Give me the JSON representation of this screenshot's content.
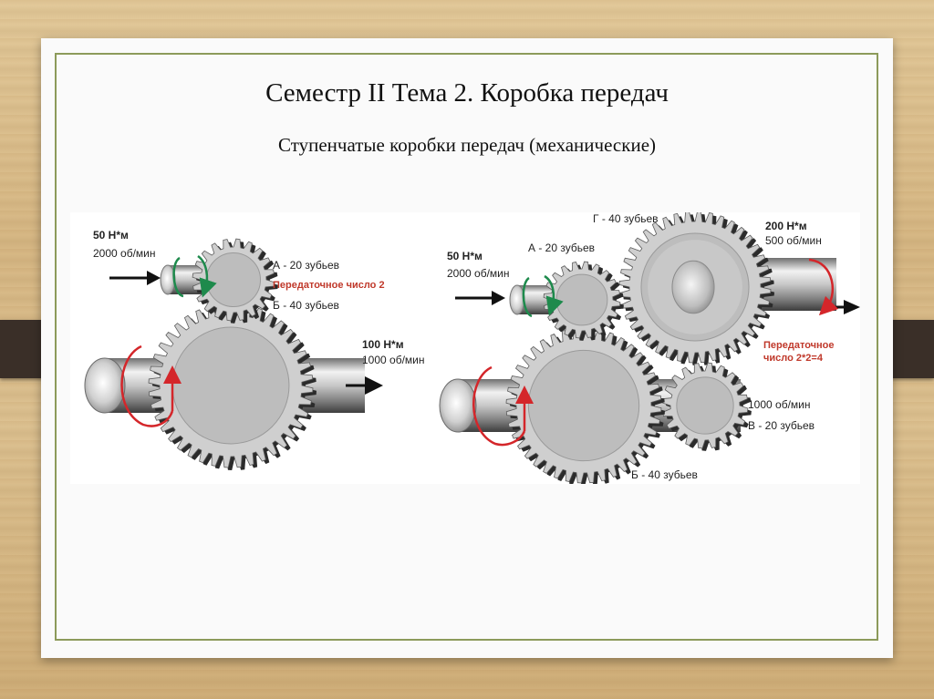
{
  "slide": {
    "title": "Семестр II Тема 2. Коробка передач",
    "subtitle": "Ступенчатые коробки передач (механические)"
  },
  "left_diagram": {
    "input_torque": "50 Н*м",
    "input_speed": "2000 об/мин",
    "gear_a": "А - 20 зубьев",
    "ratio": "Передаточное число 2",
    "gear_b": "Б - 40 зубьев",
    "output_torque": "100 Н*м",
    "output_speed": "1000 об/мин"
  },
  "right_diagram": {
    "input_torque": "50 Н*м",
    "input_speed": "2000 об/мин",
    "gear_a": "А - 20 зубьев",
    "gear_g": "Г - 40 зубьев",
    "output_torque": "200 Н*м",
    "output_speed": "500 об/мин",
    "ratio_line1": "Передаточное",
    "ratio_line2": "число 2*2=4",
    "mid_speed": "1000 об/мин",
    "gear_v": "В - 20 зубьев",
    "gear_b": "Б - 40 зубьев"
  },
  "colors": {
    "ratio_text": "#c0392b",
    "arrow_red": "#d4262a",
    "arrow_green": "#1e8a4c",
    "gear_fill": "#cfcfcf",
    "gear_dark": "#2b2b2b"
  }
}
